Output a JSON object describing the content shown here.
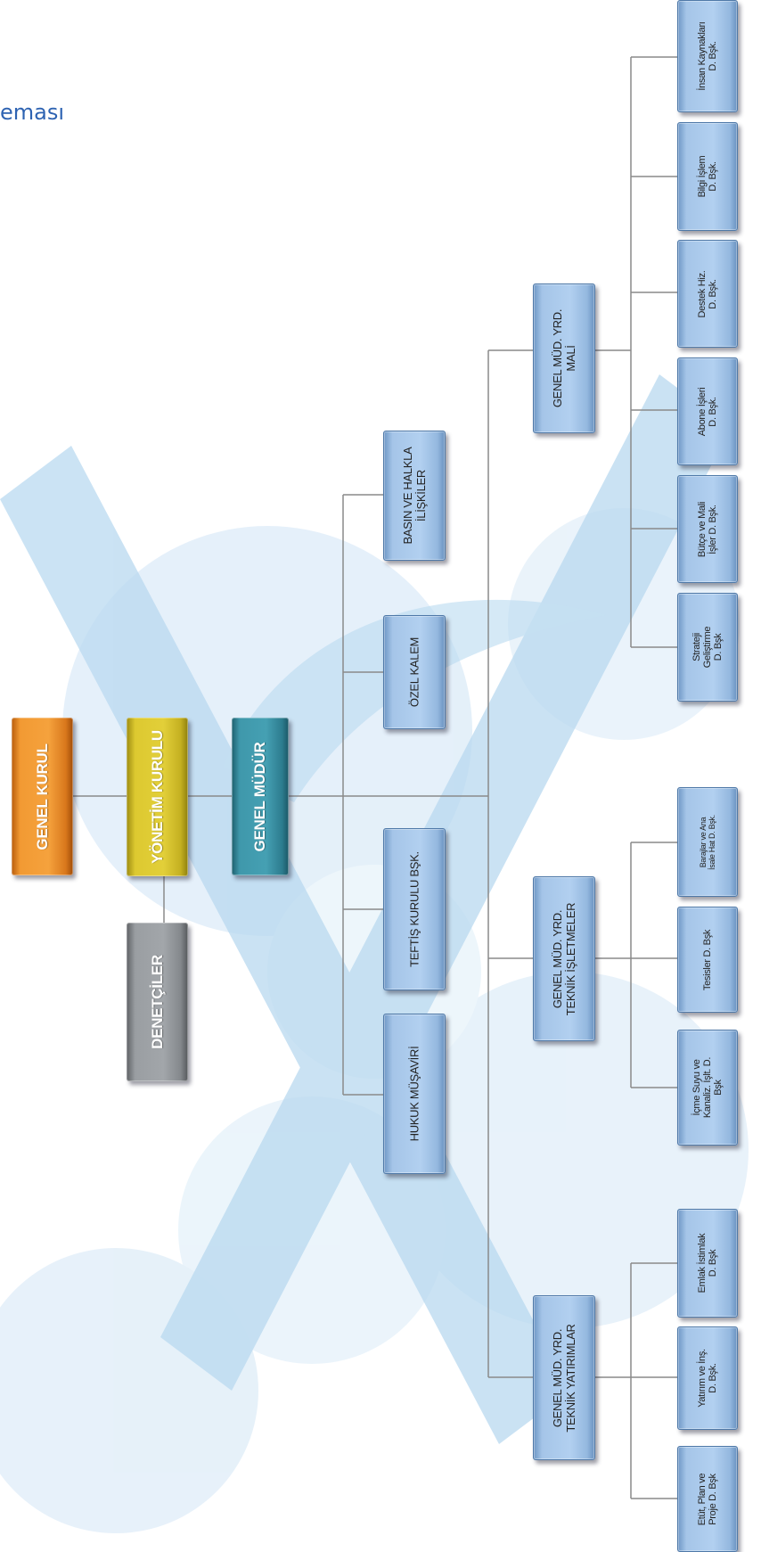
{
  "heading": "eması",
  "chart": {
    "genel_kurul": "GENEL KURUL",
    "yonetim_kurulu": "YÖNETİM KURULU",
    "denetciler": "DENETÇİLER",
    "genel_mudur": "GENEL MÜDÜR",
    "hukuk": "HUKUK MÜŞAVİRİ",
    "teftis": "TEFTİŞ KURULU BŞK.",
    "ozel_kalem": "ÖZEL KALEM",
    "basin": "BASIN VE HALKLA\nİLİŞKİLER",
    "gmy_yatirimlar": "GENEL MÜD. YRD.\nTEKNİK YATIRIMLAR",
    "gmy_isletmeler": "GENEL MÜD. YRD.\nTEKNİK İŞLETMELER",
    "gmy_mali": "GENEL MÜD. YRD.\nMALİ",
    "etut": "Etüt, Plan ve\nProje D. Bşk",
    "yatirim_insaat": "Yatırım ve İnş.\nD. Bşk.",
    "emlak": "Emlak İstimlak\nD. Bşk",
    "icme_suyu": "İçme Suyu ve\nKanaliz. İşlt. D.\nBşk",
    "tesisler": "Tesisler D. Bşk",
    "barajlar": "Barajlar ve Ana\nİsale Hat D. Bşk.",
    "strateji": "Strateji\nGeliştirme\nD. Bşk",
    "butce": "Bütçe ve Mali\nİşler D. Bşk.",
    "abone": "Abone İşleri\nD. Bşk.",
    "destek": "Destek Hiz.\nD. Bşk.",
    "bilgi_islem": "Bilgi İşlem\nD. Bşk.",
    "insan_kaynaklari": "İnsan Kaynakları\nD. Bşk."
  },
  "colors": {
    "orange": "#f29a33",
    "yellow": "#ddc930",
    "teal": "#3f98ab",
    "grey": "#9a9ea2",
    "blue": "#a5c5e8",
    "connector": "#8a8a8a",
    "heading": "#2e63b2"
  }
}
